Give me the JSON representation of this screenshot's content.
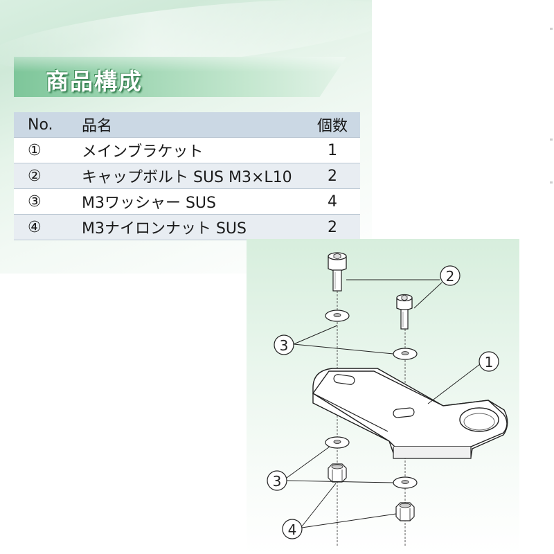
{
  "title": "商品構成",
  "table": {
    "headers": {
      "no": "No.",
      "name": "品名",
      "qty": "個数"
    },
    "rows": [
      {
        "no": "①",
        "name": "メインブラケット",
        "qty": "1"
      },
      {
        "no": "②",
        "name": "キャップボルト SUS M3×L10",
        "qty": "2"
      },
      {
        "no": "③",
        "name": "M3ワッシャー SUS",
        "qty": "4"
      },
      {
        "no": "④",
        "name": "M3ナイロンナット SUS",
        "qty": "2"
      }
    ]
  },
  "diagram": {
    "callouts": [
      "1",
      "2",
      "3",
      "3",
      "4"
    ]
  },
  "colors": {
    "panel_green": "#d9efe1",
    "title_band": "#7ec69a",
    "table_header": "#cbd8e4",
    "table_alt_row": "#e8edf2",
    "line": "#333333"
  }
}
